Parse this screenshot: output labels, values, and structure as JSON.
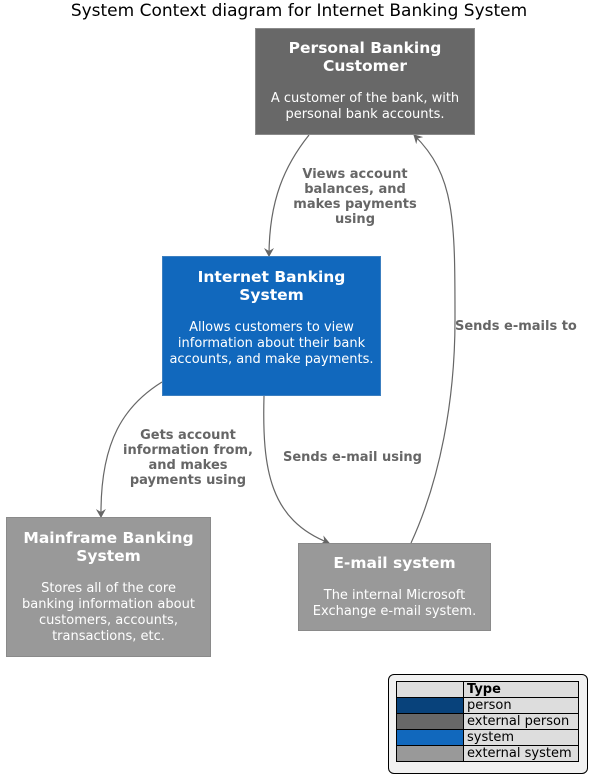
{
  "title": "System Context diagram for Internet Banking System",
  "nodes": {
    "customer": {
      "title": "Personal Banking Customer",
      "description": "A customer of the bank, with personal bank accounts.",
      "color": "#686868"
    },
    "ibs": {
      "title": "Internet Banking System",
      "description": "Allows customers to view information about their bank accounts, and make payments.",
      "color": "#1168bd"
    },
    "mainframe": {
      "title": "Mainframe Banking System",
      "description": "Stores all of the core banking information about customers, accounts, transactions, etc.",
      "color": "#999999"
    },
    "email": {
      "title": "E-mail system",
      "description": "The internal Microsoft Exchange e-mail system.",
      "color": "#999999"
    }
  },
  "edges": {
    "customer_ibs": {
      "label": "Views account balances, and makes payments using"
    },
    "ibs_mainframe": {
      "label": "Gets account information from, and makes payments using"
    },
    "ibs_email": {
      "label": "Sends e-mail using"
    },
    "email_customer": {
      "label": "Sends e-mails to"
    }
  },
  "legend": {
    "header": "Type",
    "rows": [
      {
        "label": "person",
        "color": "#08427b"
      },
      {
        "label": "external person",
        "color": "#686868"
      },
      {
        "label": "system",
        "color": "#1168bd"
      },
      {
        "label": "external system",
        "color": "#999999"
      }
    ]
  }
}
